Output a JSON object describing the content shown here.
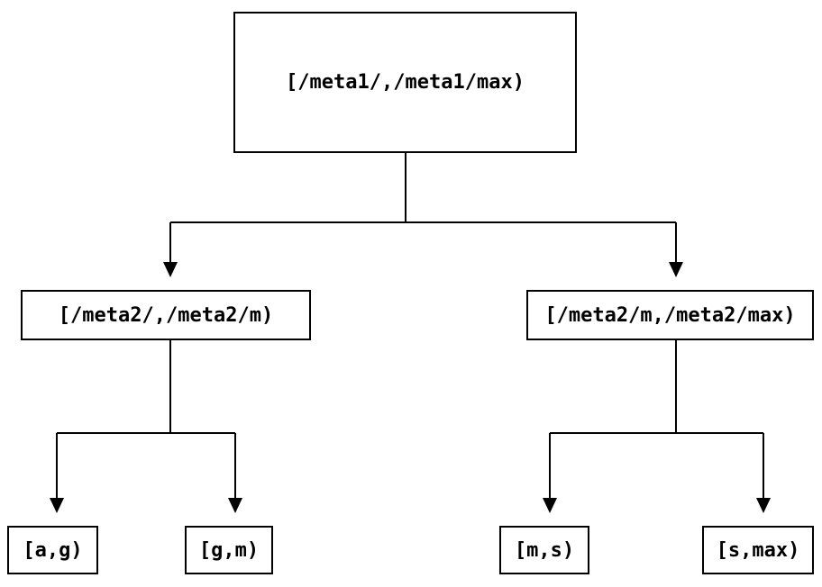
{
  "diagram": {
    "type": "binary-interval-tree",
    "nodes": {
      "root": {
        "label": "[/meta1/,/meta1/max)"
      },
      "left": {
        "label": "[/meta2/,/meta2/m)"
      },
      "right": {
        "label": "[/meta2/m,/meta2/max)"
      },
      "leaf_ag": {
        "label": "[a,g)"
      },
      "leaf_gm": {
        "label": "[g,m)"
      },
      "leaf_ms": {
        "label": "[m,s)"
      },
      "leaf_smax": {
        "label": "[s,max)"
      }
    },
    "edges": [
      {
        "from": "root",
        "to": "left"
      },
      {
        "from": "root",
        "to": "right"
      },
      {
        "from": "left",
        "to": "leaf_ag"
      },
      {
        "from": "left",
        "to": "leaf_gm"
      },
      {
        "from": "right",
        "to": "leaf_ms"
      },
      {
        "from": "right",
        "to": "leaf_smax"
      }
    ],
    "colors": {
      "line": "#000000",
      "box_border": "#000000",
      "text": "#000000",
      "background": "#ffffff"
    }
  }
}
